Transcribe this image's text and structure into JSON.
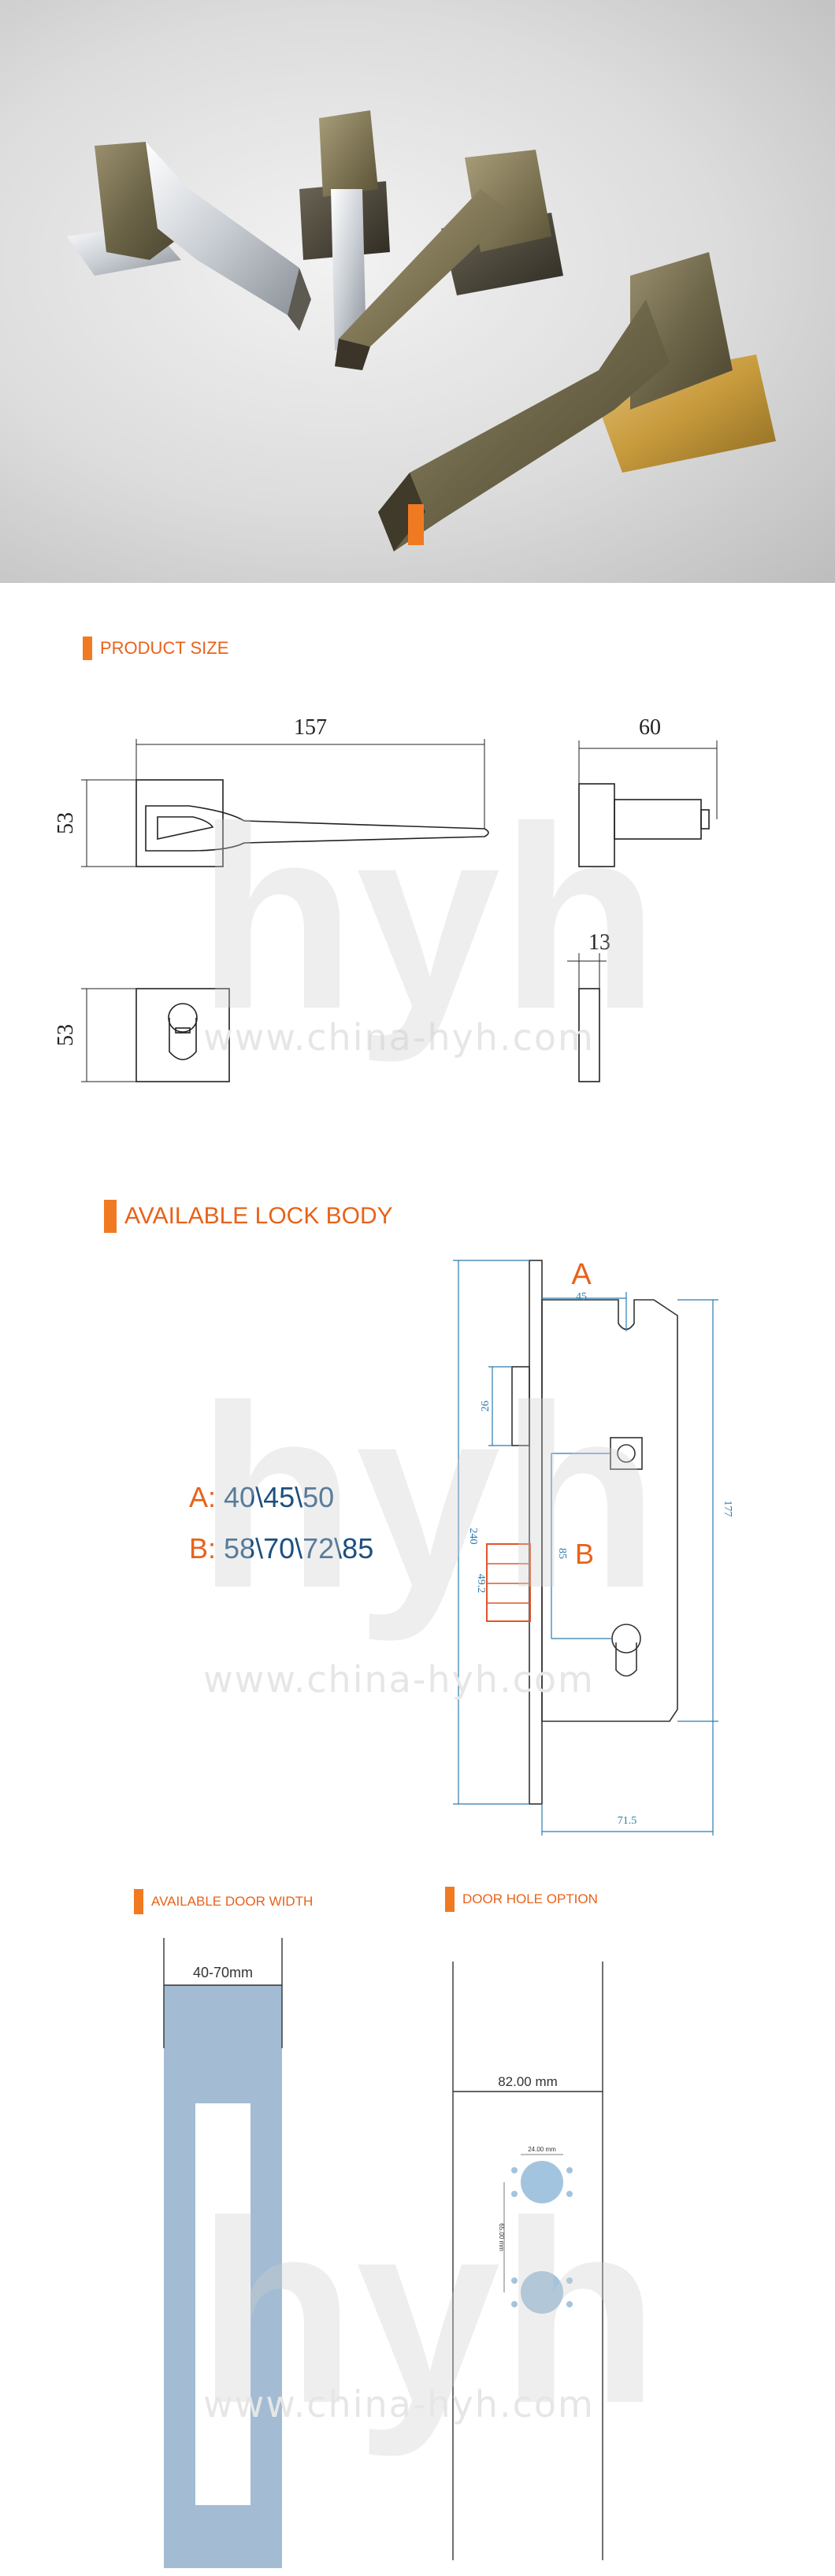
{
  "hero": {
    "image": "door-handle-product-photo"
  },
  "watermark": {
    "brand": "hyh",
    "url": "www.china-hyh.com"
  },
  "product_size": {
    "title": "PRODUCT SIZE",
    "dim_length": "157",
    "dim_height_handle": "53",
    "dim_projection": "60",
    "dim_height_rose": "53",
    "dim_rose_thickness": "13"
  },
  "lock_body": {
    "title": "AVAILABLE LOCK BODY",
    "label_a": "A",
    "label_b": "B",
    "spec_a_prefix": "A:",
    "spec_a_values": "40\\45\\50",
    "spec_b_prefix": "B:",
    "spec_b_values": "58\\70\\72\\85",
    "dim_45": "45",
    "dim_26": "26",
    "dim_240": "240",
    "dim_85": "85",
    "dim_49_2": "49.2",
    "dim_177": "177",
    "dim_71_5": "71.5"
  },
  "door_width": {
    "title": "AVAILABLE DOOR WIDTH",
    "range": "40-70mm"
  },
  "door_hole": {
    "title": "DOOR HOLE OPTION",
    "width": "82.00 mm",
    "hole_diameter": "24.00 mm",
    "hole_spacing": "65.00 mm"
  }
}
